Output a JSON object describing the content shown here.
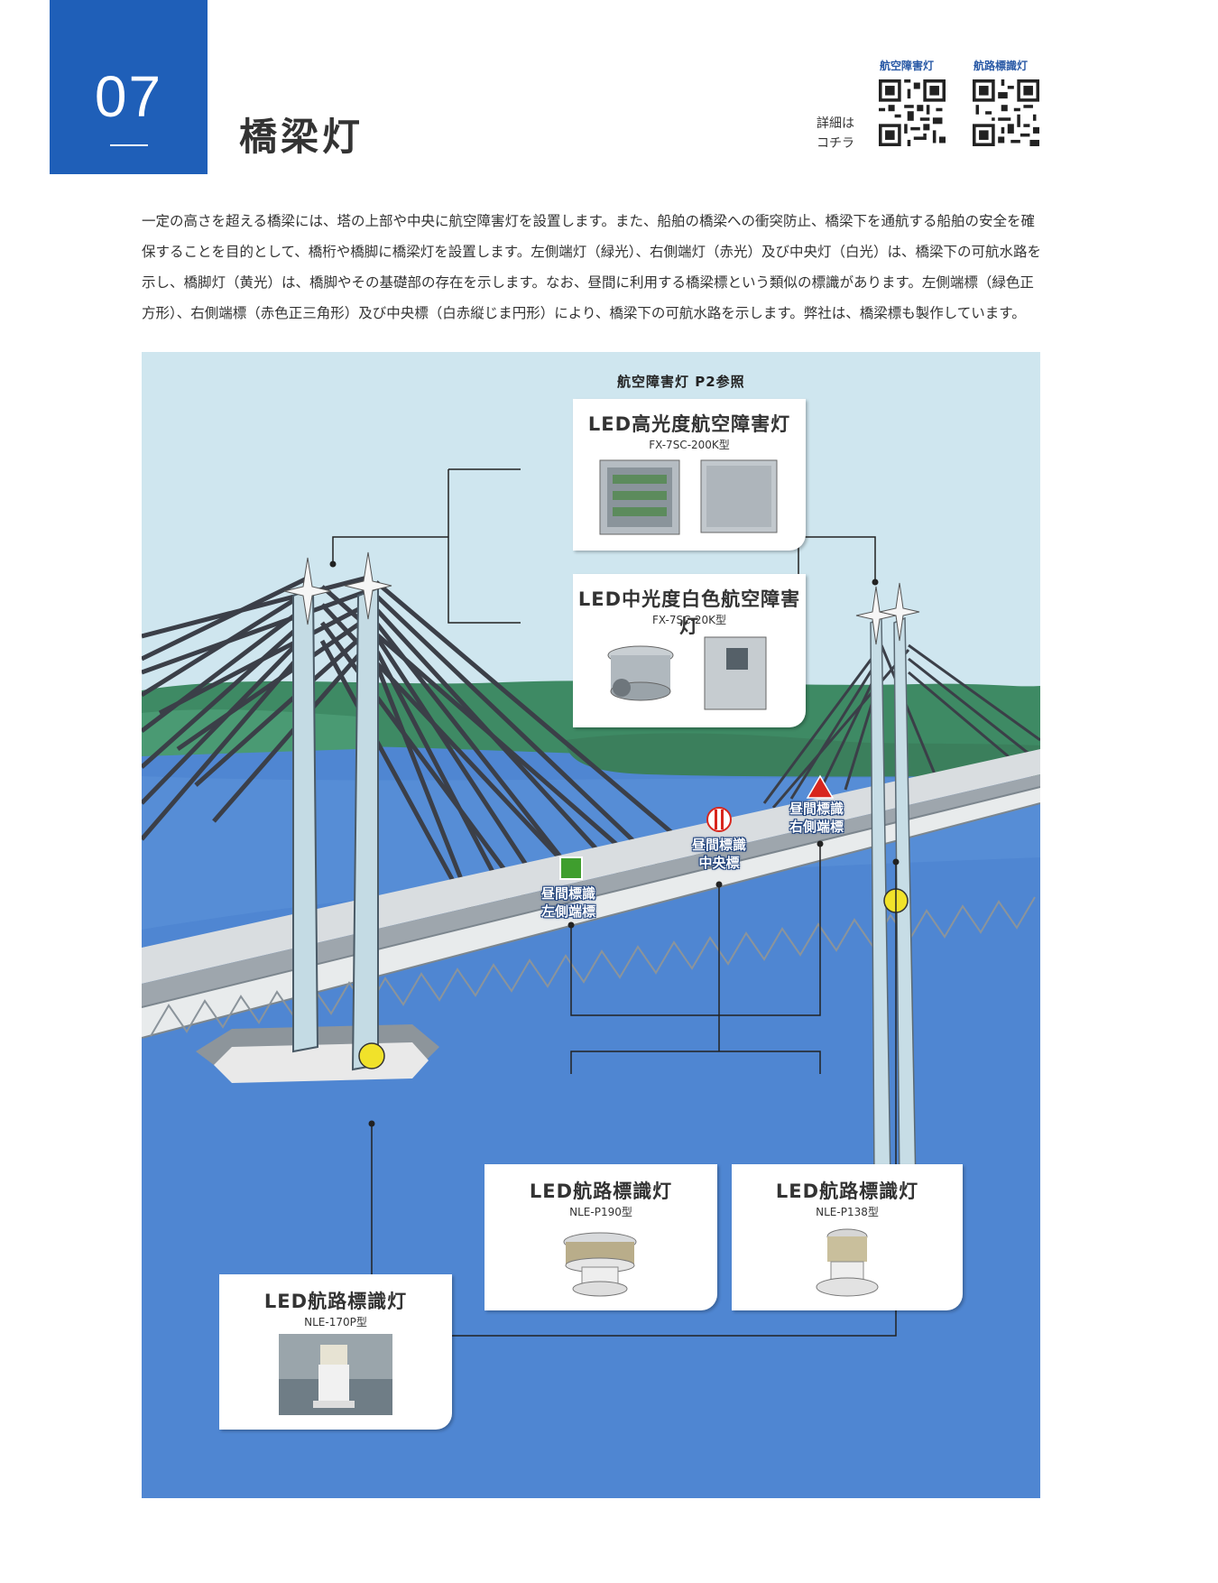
{
  "section_number": "07",
  "title": "橋梁灯",
  "qr_note": [
    "詳細は",
    "コチラ"
  ],
  "qr_codes": [
    {
      "label": "航空障害灯"
    },
    {
      "label": "航路標識灯"
    }
  ],
  "intro": "一定の高さを超える橋梁には、塔の上部や中央に航空障害灯を設置します。また、船舶の橋梁への衝突防止、橋梁下を通航する船舶の安全を確保することを目的として、橋桁や橋脚に橋梁灯を設置します。左側端灯（緑光）、右側端灯（赤光）及び中央灯（白光）は、橋梁下の可航水路を示し、橋脚灯（黄光）は、橋脚やその基礎部の存在を示します。なお、昼間に利用する橋梁標という類似の標識があります。左側端標（緑色正方形）、右側端標（赤色正三角形）及び中央標（白赤縦じま円形）により、橋梁下の可航水路を示します。弊社は、橋梁標も製作しています。",
  "diagram": {
    "aviation_ref": "航空障害灯 P2参照",
    "products": [
      {
        "title": "LED高光度航空障害灯",
        "model": "FX-7SC-200K型"
      },
      {
        "title": "LED中光度白色航空障害灯",
        "model": "FX-7SC-20K型"
      },
      {
        "title": "LED航路標識灯",
        "model": "NLE-P190型"
      },
      {
        "title": "LED航路標識灯",
        "model": "NLE-P138型"
      },
      {
        "title": "LED航路標識灯",
        "model": "NLE-170P型"
      }
    ],
    "day_marks": [
      {
        "line1": "昼間標識",
        "line2": "左側端標",
        "color": "#3f9e2e"
      },
      {
        "line1": "昼間標識",
        "line2": "中央標",
        "color": "#d8261d"
      },
      {
        "line1": "昼間標識",
        "line2": "右側端標",
        "color": "#d8261d"
      }
    ],
    "colors": {
      "sky": "#cfe6ef",
      "sea": "#4f86d2",
      "land": "#3e8a64",
      "pier_light": "#f1e22a"
    }
  }
}
